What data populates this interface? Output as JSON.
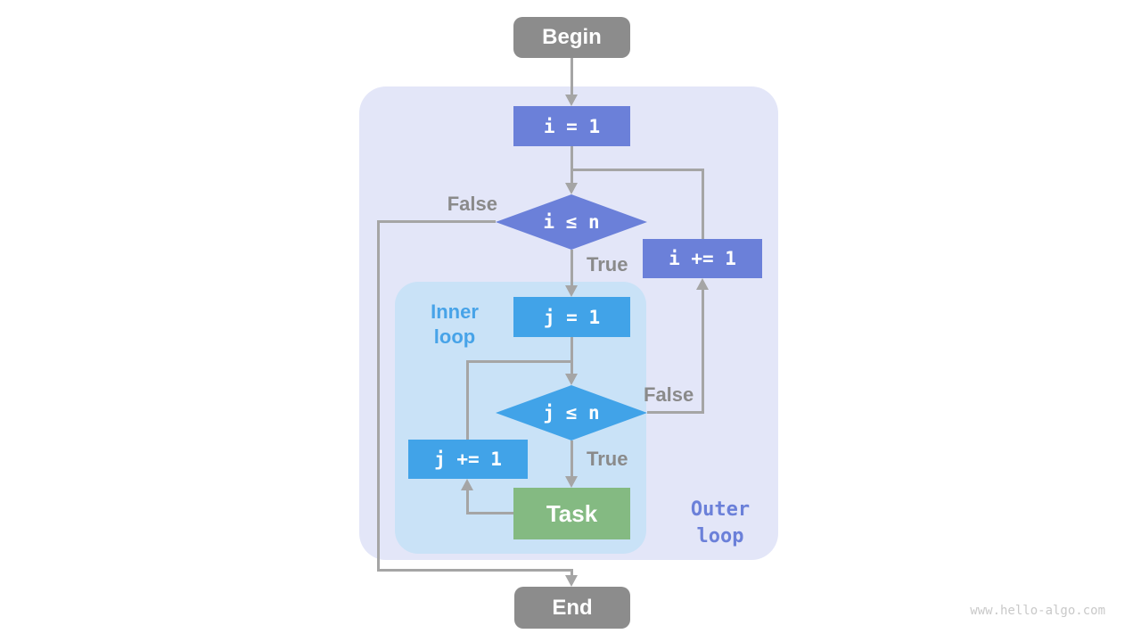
{
  "watermark": "www.hello-algo.com",
  "colors": {
    "outer_region_bg": "#E3E6F8",
    "inner_region_bg": "#C9E2F7",
    "purple_node": "#6B80D9",
    "blue_node": "#41A3E8",
    "green_node": "#84BA82",
    "gray_node": "#8C8C8C",
    "connector": "#A5A5A5",
    "edge_label_gray": "#8A8A8A",
    "inner_label_blue": "#47A3E8",
    "outer_label_purple": "#6B80D9"
  },
  "nodes": {
    "begin": "Begin",
    "init_i": "i = 1",
    "cond_i": "i ≤ n",
    "inc_i": "i += 1",
    "init_j": "j = 1",
    "cond_j": "j ≤ n",
    "inc_j": "j += 1",
    "task": "Task",
    "end": "End"
  },
  "edge_labels": {
    "outer_false": "False",
    "outer_true": "True",
    "inner_false": "False",
    "inner_true": "True"
  },
  "region_labels": {
    "inner_loop": "Inner\nloop",
    "outer_loop": "Outer\nloop"
  }
}
